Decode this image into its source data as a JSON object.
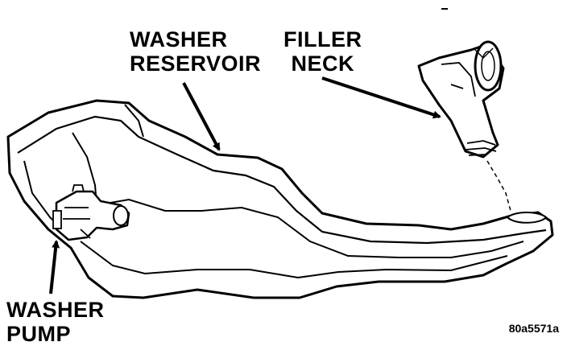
{
  "labels": {
    "washer_reservoir": [
      "WASHER",
      "RESERVOIR"
    ],
    "filler_neck": [
      "FILLER",
      "NECK"
    ],
    "washer_pump": [
      "WASHER",
      "PUMP"
    ]
  },
  "figure_id": "80a5571a",
  "colors": {
    "line": "#000000",
    "background": "#ffffff"
  }
}
